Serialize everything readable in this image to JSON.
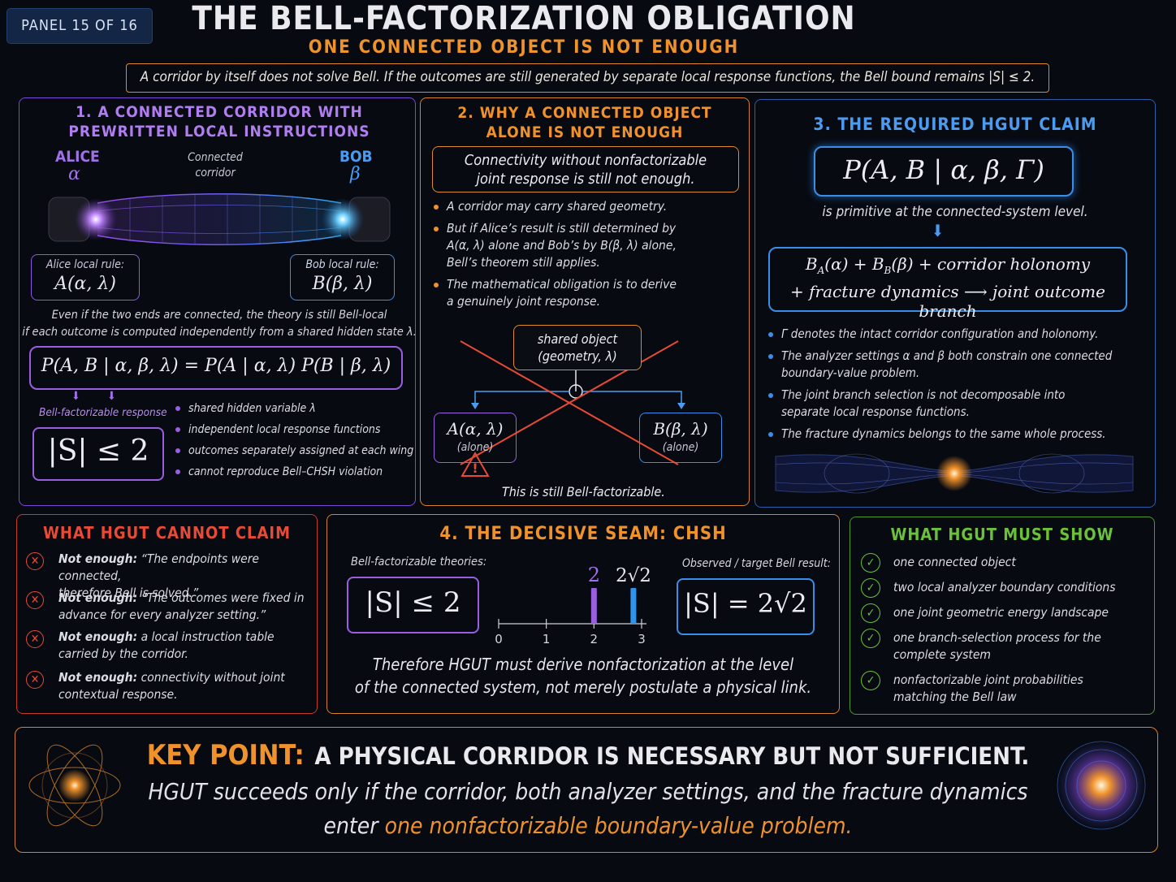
{
  "header": {
    "panel_badge": "PANEL 15 OF 16",
    "title": "THE BELL-FACTORIZATION OBLIGATION",
    "subtitle": "ONE CONNECTED OBJECT IS NOT ENOUGH",
    "intro": "A corridor by itself does not solve Bell. If the outcomes are still generated by separate local response functions, the Bell bound remains |S| ≤ 2."
  },
  "panel1": {
    "title_line1": "1. A CONNECTED CORRIDOR WITH",
    "title_line2": "PREWRITTEN LOCAL INSTRUCTIONS",
    "alice_label": "ALICE",
    "alice_symbol": "α",
    "bob_label": "BOB",
    "bob_symbol": "β",
    "corridor_label_1": "Connected",
    "corridor_label_2": "corridor",
    "alice_rule_label": "Alice local rule:",
    "alice_rule_formula": "A(α, λ)",
    "bob_rule_label": "Bob local rule:",
    "bob_rule_formula": "B(β, λ)",
    "note_line1": "Even if the two ends are connected, the theory is still Bell-local",
    "note_line2": "if each outcome is computed independently from a shared hidden state λ.",
    "factor_formula": "P(A, B | α, β, λ) = P(A | α, λ) P(B | β, λ)",
    "factorizable_label": "Bell-factorizable response",
    "bound": "|S| ≤ 2",
    "bullets": [
      "shared hidden variable λ",
      "independent local response functions",
      "outcomes separately assigned at each wing",
      "cannot reproduce Bell–CHSH violation"
    ]
  },
  "panel2": {
    "title_line1": "2. WHY A CONNECTED OBJECT",
    "title_line2": "ALONE IS NOT ENOUGH",
    "quote_line1": "Connectivity without nonfactorizable",
    "quote_line2": "joint response is still not enough.",
    "bullet1": "A corridor may carry shared geometry.",
    "bullet2_line1": "But if Alice’s result is still determined by",
    "bullet2_line2": "A(α, λ) alone and Bob’s by B(β, λ) alone,",
    "bullet2_line3": "Bell’s theorem still applies.",
    "bullet3_line1": "The mathematical obligation is to derive",
    "bullet3_line2": "a genuinely joint response.",
    "shared_line1": "shared object",
    "shared_line2": "(geometry, λ)",
    "left_formula": "A(α, λ)",
    "left_sub": "(alone)",
    "right_formula": "B(β, λ)",
    "right_sub": "(alone)",
    "warning": "This is still Bell-factorizable."
  },
  "panel3": {
    "title": "3. THE REQUIRED HGUT CLAIM",
    "formula": "P(A, B | α, β, Γ)",
    "primitive_text": "is primitive at the connected-system level.",
    "sum_line1_a": "B",
    "sum_line1_sub_a": "A",
    "sum_line1_b": "(α) + B",
    "sum_line1_sub_b": "B",
    "sum_line1_c": "(β) + corridor holonomy",
    "sum_line2": "+ fracture dynamics ⟶ joint outcome branch",
    "bullets": [
      "Γ denotes the intact corridor configuration and holonomy.",
      "The analyzer settings α and β both constrain one connected",
      "boundary-value problem.",
      "The joint branch selection is not decomposable into",
      "separate local response functions.",
      "The fracture dynamics belongs to the same whole process."
    ]
  },
  "cannot": {
    "title": "WHAT HGUT CANNOT CLAIM",
    "items": [
      {
        "lead": "Not enough:",
        "line1": " “The endpoints were connected,",
        "line2": "therefore Bell is solved.”"
      },
      {
        "lead": "Not enough:",
        "line1": " “The outcomes were fixed in",
        "line2": "advance for every analyzer setting.”"
      },
      {
        "lead": "Not enough:",
        "line1": " a local instruction table",
        "line2": "carried by the corridor."
      },
      {
        "lead": "Not enough:",
        "line1": " connectivity without joint",
        "line2": "contextual response."
      }
    ]
  },
  "seam": {
    "title": "4. THE DECISIVE SEAM: CHSH",
    "left_label": "Bell-factorizable theories:",
    "left_bound": "|S| ≤ 2",
    "right_label": "Observed / target Bell result:",
    "right_value": "|S| = 2√2",
    "bar1_label": "2",
    "bar2_label": "2√2",
    "ticks": [
      "0",
      "1",
      "2",
      "3"
    ],
    "conclusion_line1": "Therefore HGUT must derive nonfactorization at the level",
    "conclusion_line2": "of the connected system, not merely postulate a physical link."
  },
  "chart_data": {
    "type": "bar",
    "categories": [
      "2",
      "2√2"
    ],
    "values": [
      2,
      2.828
    ],
    "xlim": [
      0,
      3
    ],
    "x": [
      0,
      1,
      2,
      3
    ],
    "colors": [
      "#9b5ee0",
      "#2f94ec"
    ]
  },
  "must": {
    "title": "WHAT HGUT MUST SHOW",
    "items": [
      {
        "line1": "one connected object",
        "line2": ""
      },
      {
        "line1": "two local analyzer boundary conditions",
        "line2": ""
      },
      {
        "line1": "one joint geometric energy landscape",
        "line2": ""
      },
      {
        "line1": "one branch-selection process for the",
        "line2": "complete system"
      },
      {
        "line1": "nonfactorizable joint probabilities",
        "line2": "matching the Bell law"
      }
    ]
  },
  "key": {
    "label": "KEY POINT:",
    "headline": "A PHYSICAL CORRIDOR IS NECESSARY BUT NOT SUFFICIENT.",
    "line1": "HGUT succeeds only if the corridor, both analyzer settings, and the fracture dynamics",
    "line2_a": "enter ",
    "line2_b": "one nonfactorizable boundary-value problem."
  },
  "colors": {
    "orange": "#f0922c",
    "purple": "#9b5ee0",
    "blue": "#2f94ec",
    "red": "#e84a35",
    "green": "#6bc23a"
  }
}
